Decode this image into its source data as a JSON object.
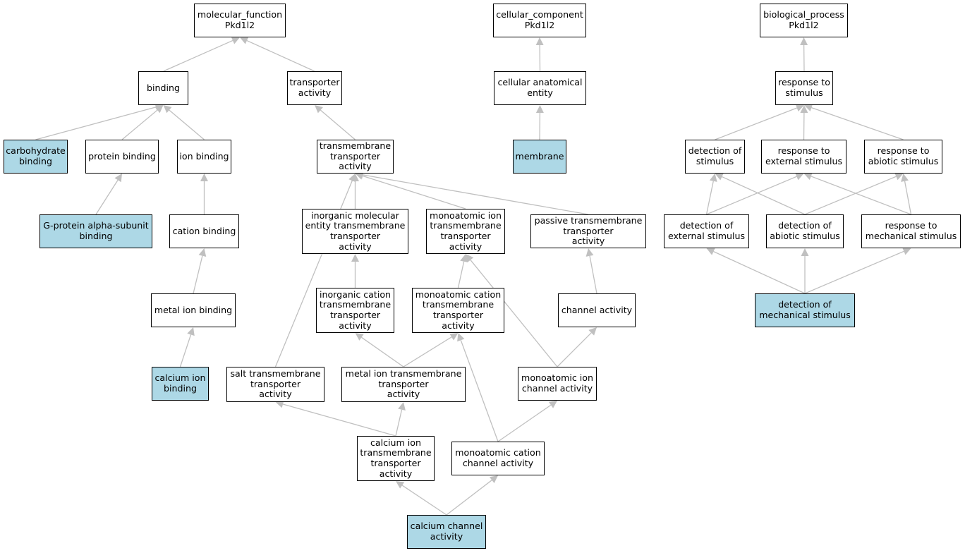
{
  "colors": {
    "highlight_fill": "#add8e6",
    "node_fill": "#ffffff",
    "node_border": "#000000",
    "edge_color": "#c0c0c0"
  },
  "nodes": {
    "mf": {
      "label": "molecular_function\nPkd1l2",
      "highlighted": false
    },
    "cc": {
      "label": "cellular_component\nPkd1l2",
      "highlighted": false
    },
    "bp": {
      "label": "biological_process\nPkd1l2",
      "highlighted": false
    },
    "binding": {
      "label": "binding",
      "highlighted": false
    },
    "transporter": {
      "label": "transporter\nactivity",
      "highlighted": false
    },
    "cae": {
      "label": "cellular anatomical\nentity",
      "highlighted": false
    },
    "rts": {
      "label": "response to\nstimulus",
      "highlighted": false
    },
    "carb": {
      "label": "carbohydrate\nbinding",
      "highlighted": true
    },
    "protein": {
      "label": "protein binding",
      "highlighted": false
    },
    "ion": {
      "label": "ion binding",
      "highlighted": false
    },
    "tmt": {
      "label": "transmembrane\ntransporter\nactivity",
      "highlighted": false
    },
    "membrane": {
      "label": "membrane",
      "highlighted": true
    },
    "dos": {
      "label": "detection of\nstimulus",
      "highlighted": false
    },
    "rtes": {
      "label": "response to\nexternal stimulus",
      "highlighted": false
    },
    "rtas": {
      "label": "response to\nabiotic stimulus",
      "highlighted": false
    },
    "gprot": {
      "label": "G-protein alpha-subunit\nbinding",
      "highlighted": true
    },
    "cation": {
      "label": "cation binding",
      "highlighted": false
    },
    "inorgmol": {
      "label": "inorganic molecular\nentity transmembrane\ntransporter\nactivity",
      "highlighted": false
    },
    "monoion": {
      "label": "monoatomic ion\ntransmembrane\ntransporter\nactivity",
      "highlighted": false
    },
    "passive": {
      "label": "passive transmembrane\ntransporter\nactivity",
      "highlighted": false
    },
    "does": {
      "label": "detection of\nexternal stimulus",
      "highlighted": false
    },
    "doas": {
      "label": "detection of\nabiotic stimulus",
      "highlighted": false
    },
    "rtms": {
      "label": "response to\nmechanical stimulus",
      "highlighted": false
    },
    "metalion": {
      "label": "metal ion binding",
      "highlighted": false
    },
    "inorgcat": {
      "label": "inorganic cation\ntransmembrane\ntransporter\nactivity",
      "highlighted": false
    },
    "monocat": {
      "label": "monoatomic cation\ntransmembrane\ntransporter\nactivity",
      "highlighted": false
    },
    "channel": {
      "label": "channel activity",
      "highlighted": false
    },
    "doms": {
      "label": "detection of\nmechanical stimulus",
      "highlighted": true
    },
    "calciumion": {
      "label": "calcium ion\nbinding",
      "highlighted": true
    },
    "salt": {
      "label": "salt transmembrane\ntransporter\nactivity",
      "highlighted": false
    },
    "metaltm": {
      "label": "metal ion transmembrane\ntransporter\nactivity",
      "highlighted": false
    },
    "monoionch": {
      "label": "monoatomic ion\nchannel activity",
      "highlighted": false
    },
    "catm": {
      "label": "calcium ion\ntransmembrane\ntransporter\nactivity",
      "highlighted": false
    },
    "monocatch": {
      "label": "monoatomic cation\nchannel activity",
      "highlighted": false
    },
    "cach": {
      "label": "calcium channel\nactivity",
      "highlighted": true
    }
  },
  "edges": [
    [
      "binding",
      "mf"
    ],
    [
      "transporter",
      "mf"
    ],
    [
      "cae",
      "cc"
    ],
    [
      "rts",
      "bp"
    ],
    [
      "carb",
      "binding"
    ],
    [
      "protein",
      "binding"
    ],
    [
      "ion",
      "binding"
    ],
    [
      "tmt",
      "transporter"
    ],
    [
      "membrane",
      "cae"
    ],
    [
      "dos",
      "rts"
    ],
    [
      "rtes",
      "rts"
    ],
    [
      "rtas",
      "rts"
    ],
    [
      "gprot",
      "protein"
    ],
    [
      "cation",
      "ion"
    ],
    [
      "inorgmol",
      "tmt"
    ],
    [
      "monoion",
      "tmt"
    ],
    [
      "passive",
      "tmt"
    ],
    [
      "salt",
      "tmt"
    ],
    [
      "does",
      "dos"
    ],
    [
      "does",
      "rtes"
    ],
    [
      "doas",
      "dos"
    ],
    [
      "doas",
      "rtas"
    ],
    [
      "rtms",
      "rtes"
    ],
    [
      "rtms",
      "rtas"
    ],
    [
      "metalion",
      "cation"
    ],
    [
      "inorgcat",
      "inorgmol"
    ],
    [
      "monocat",
      "monoion"
    ],
    [
      "channel",
      "passive"
    ],
    [
      "doms",
      "does"
    ],
    [
      "doms",
      "doas"
    ],
    [
      "doms",
      "rtms"
    ],
    [
      "calciumion",
      "metalion"
    ],
    [
      "metaltm",
      "inorgcat"
    ],
    [
      "metaltm",
      "monocat"
    ],
    [
      "monoionch",
      "monoion"
    ],
    [
      "monoionch",
      "channel"
    ],
    [
      "catm",
      "salt"
    ],
    [
      "catm",
      "metaltm"
    ],
    [
      "monocatch",
      "monocat"
    ],
    [
      "monocatch",
      "monoionch"
    ],
    [
      "cach",
      "catm"
    ],
    [
      "cach",
      "monocatch"
    ]
  ]
}
